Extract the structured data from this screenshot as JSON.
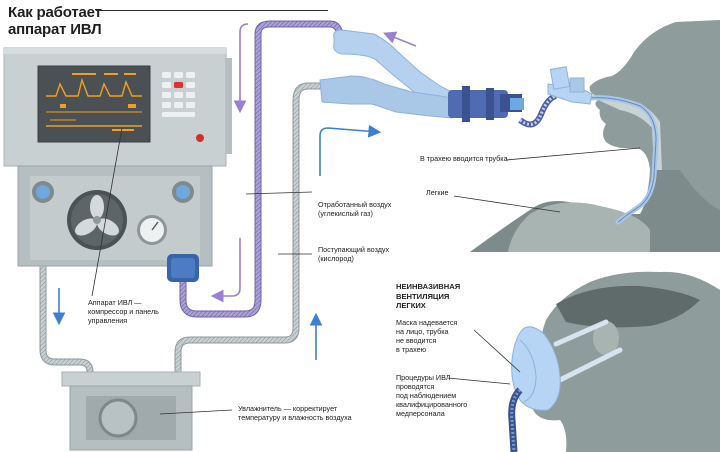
{
  "title": {
    "line1": "Как работает",
    "line2": "аппарат ИВЛ"
  },
  "labels": {
    "machine": [
      "Аппарат ИВЛ —",
      "компрессор и панель",
      "управления"
    ],
    "exhaled_air": [
      "Отработанный воздух",
      "(углекислый газ)"
    ],
    "incoming_air": [
      "Поступающий воздух",
      "(кислород)"
    ],
    "tube_in_trachea": [
      "В трахею вводится трубка"
    ],
    "lungs": [
      "Легкие"
    ],
    "humidifier": [
      "Увлажнитель — корректирует",
      "температуру и влажность воздуха"
    ],
    "noninvasive_title": [
      "НЕИНВАЗИВНАЯ",
      "ВЕНТИЛЯЦИЯ",
      "ЛЕГКИХ"
    ],
    "mask_note": [
      "Маска надевается",
      "на лицо, трубка",
      "не вводится",
      "в трахею"
    ],
    "procedures_note": [
      "Процедуры ИВЛ",
      "проводятся",
      "под наблюдением",
      "квалифицированного",
      "медперсонала"
    ]
  },
  "colors": {
    "machine_body": "#c8d0d2",
    "screen": "#4a5053",
    "waveform": "#f0a020",
    "hose_purple": "#9a8fc8",
    "hose_grey": "#b9c3c6",
    "tube_blue": "#a9c8e8",
    "arrow_blue": "#3d7fd0",
    "arrow_purple": "#9a80d0",
    "head_grey": "#8e9c9c",
    "lungs_grey": "#a8b4b2",
    "mask_blue": "#b6d4f4",
    "alert_red": "#e03030"
  }
}
